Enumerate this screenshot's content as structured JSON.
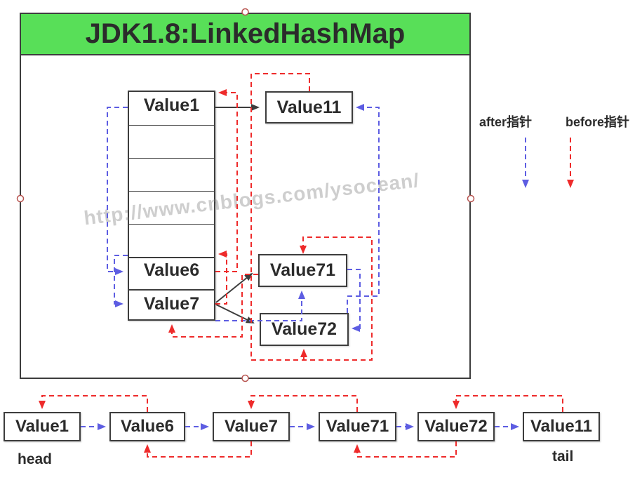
{
  "title": "JDK1.8:LinkedHashMap",
  "legend": {
    "after_label": "after指针",
    "before_label": "before指针"
  },
  "watermark": "http://www.cnblogs.com/ysocean/",
  "hash_table": {
    "cells": [
      "Value1",
      "",
      "",
      "",
      "",
      "Value6",
      "Value7"
    ]
  },
  "bucket_nodes": {
    "value11": "Value11",
    "value71": "Value71",
    "value72": "Value72"
  },
  "linked_list": {
    "order": [
      "Value1",
      "Value6",
      "Value7",
      "Value71",
      "Value72",
      "Value11"
    ],
    "head_label": "head",
    "tail_label": "tail"
  },
  "pointers": {
    "hash_next": [
      [
        "Value1",
        "Value11"
      ],
      [
        "Value7",
        "Value71"
      ],
      [
        "Value7",
        "Value72"
      ]
    ],
    "after": [
      [
        "Value1",
        "Value6"
      ],
      [
        "Value6",
        "Value7"
      ],
      [
        "Value7",
        "Value71"
      ],
      [
        "Value71",
        "Value72"
      ],
      [
        "Value72",
        "Value11"
      ]
    ],
    "before": [
      [
        "Value6",
        "Value1"
      ],
      [
        "Value7",
        "Value6"
      ],
      [
        "Value71",
        "Value7"
      ],
      [
        "Value72",
        "Value71"
      ],
      [
        "Value11",
        "Value72"
      ]
    ]
  },
  "colors": {
    "title_green": "#58df58",
    "after_blue": "#5d5de2",
    "before_red": "#ee2b2b",
    "border_dark": "#3d3d3d",
    "text_dark": "#2b2b2b",
    "handle_ring": "#b85450"
  }
}
